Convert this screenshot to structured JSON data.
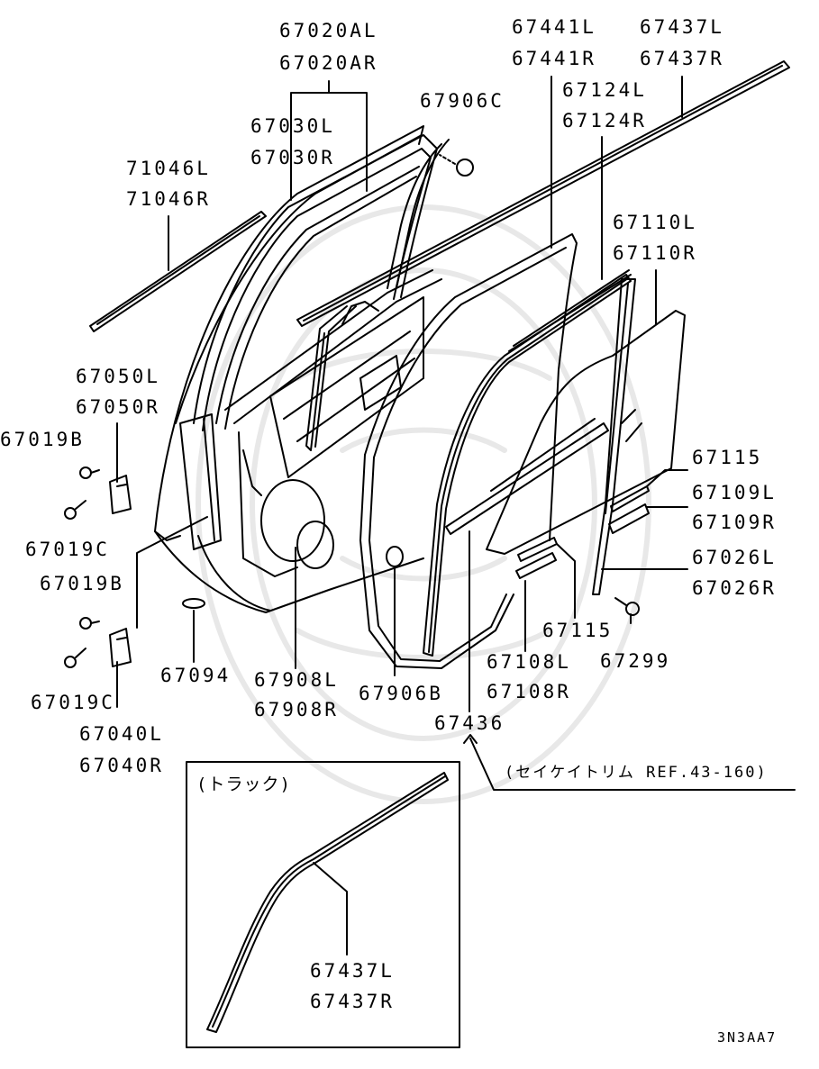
{
  "callouts": {
    "p67020AL": "67020AL",
    "p67020AR": "67020AR",
    "p67030L": "67030L",
    "p67030R": "67030R",
    "p67906C": "67906C",
    "p71046L": "71046L",
    "p71046R": "71046R",
    "p67441L": "67441L",
    "p67441R": "67441R",
    "p67437L": "67437L",
    "p67437R": "67437R",
    "p67124L": "67124L",
    "p67124R": "67124R",
    "p67110L": "67110L",
    "p67110R": "67110R",
    "p67050L": "67050L",
    "p67050R": "67050R",
    "p67019B_top": "67019B",
    "p67019C_top": "67019C",
    "p67019B_bottom": "67019B",
    "p67019C_bottom": "67019C",
    "p67040L": "67040L",
    "p67040R": "67040R",
    "p67094": "67094",
    "p67908L": "67908L",
    "p67908R": "67908R",
    "p67906B": "67906B",
    "p67436": "67436",
    "p67108L": "67108L",
    "p67108R": "67108R",
    "p67115_top": "67115",
    "p67115_bottom": "67115",
    "p67109L": "67109L",
    "p67109R": "67109R",
    "p67026L": "67026L",
    "p67026R": "67026R",
    "p67299": "67299"
  },
  "reference_note": "(セイケイトリム REF.43-160)",
  "inset": {
    "title": "(トラック)",
    "label_l": "67437L",
    "label_r": "67437R"
  },
  "diagram_code": "3N3AA7"
}
